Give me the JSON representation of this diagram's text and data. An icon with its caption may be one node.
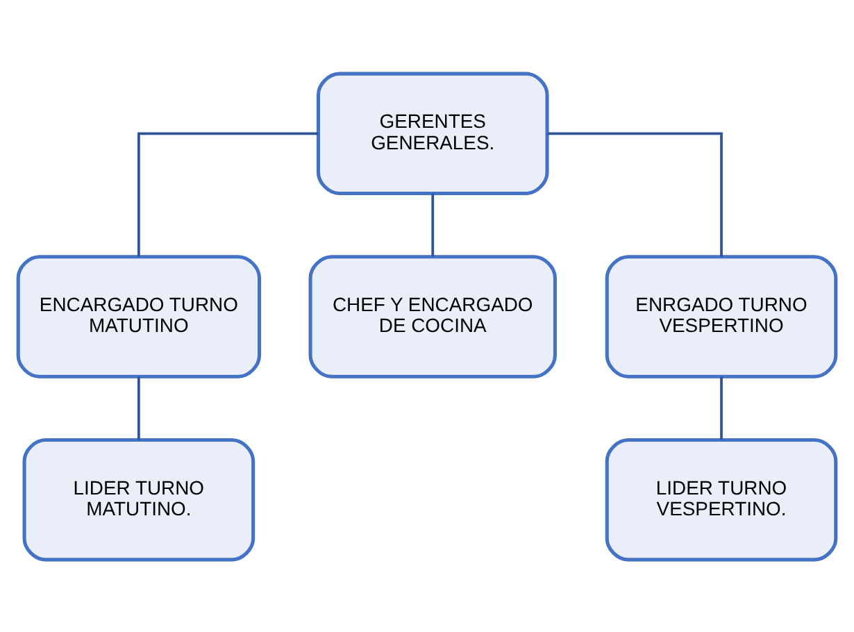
{
  "diagram": {
    "nodes": [
      {
        "text": [
          "GERENTES GENERALES."
        ]
      },
      {
        "text": [
          "ENCARGADO TURNO MATUTINO"
        ]
      },
      {
        "text": [
          "CHEF Y ENCARGADO DE COCINA"
        ]
      },
      {
        "text": [
          "ENRGADO TURNO VESPERTINO"
        ]
      },
      {
        "text": [
          "LIDER TURNO MATUTINO."
        ]
      },
      {
        "text": [
          "LIDER TURNO VESPERTINO."
        ]
      }
    ],
    "edges": [
      {
        "from": 0,
        "to": 1,
        "arrow": "none"
      },
      {
        "from": 0,
        "to": 2,
        "arrow": "none"
      },
      {
        "from": 0,
        "to": 3,
        "arrow": "none"
      },
      {
        "from": 1,
        "to": 4,
        "arrow": "none"
      },
      {
        "from": 3,
        "to": 5,
        "arrow": "none"
      }
    ]
  }
}
